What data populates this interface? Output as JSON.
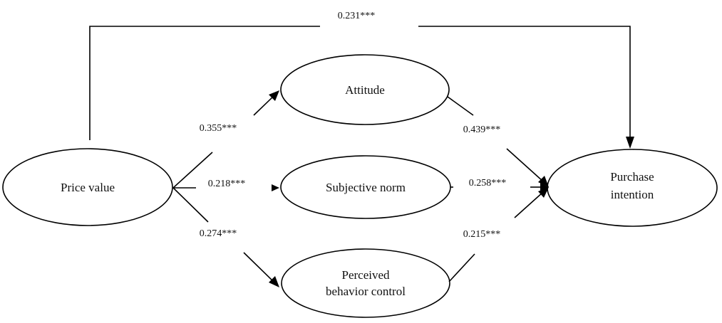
{
  "nodes": {
    "price_value": {
      "label": "Price value"
    },
    "attitude": {
      "label": "Attitude"
    },
    "subjective_norm": {
      "label": "Subjective norm"
    },
    "perceived_behavior_control": {
      "line1": "Perceived",
      "line2": "behavior control"
    },
    "purchase_intention": {
      "line1": "Purchase",
      "line2": "intention"
    }
  },
  "paths": {
    "price_value_to_purchase_intention": "0.231***",
    "price_value_to_attitude": "0.355***",
    "price_value_to_subjective_norm": "0.218***",
    "price_value_to_perceived_behavior_control": "0.274***",
    "attitude_to_purchase_intention": "0.439***",
    "subjective_norm_to_purchase_intention": "0.258***",
    "perceived_behavior_control_to_purchase_intention": "0.215***"
  }
}
